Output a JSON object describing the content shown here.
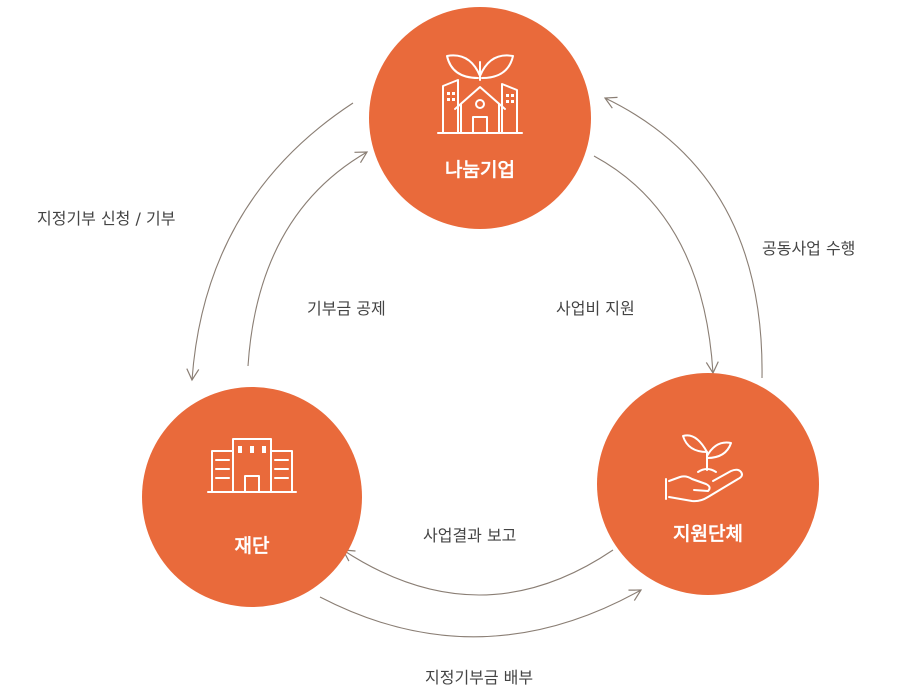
{
  "nodes": {
    "company": {
      "label": "나눔기업",
      "icon": "house-with-sprout-icon"
    },
    "foundation": {
      "label": "재단",
      "icon": "building-icon"
    },
    "organization": {
      "label": "지원단체",
      "icon": "hand-with-sprout-icon"
    }
  },
  "edges": {
    "designated_donation_request": "지정기부 신청 / 기부",
    "donation_deduction": "기부금 공제",
    "project_funding": "사업비 지원",
    "joint_project": "공동사업 수행",
    "project_report": "사업결과 보고",
    "designated_donation_distribution": "지정기부금 배부"
  },
  "colors": {
    "node": "#e96a3b",
    "arrow": "#8a7e74",
    "text": "#444444"
  }
}
